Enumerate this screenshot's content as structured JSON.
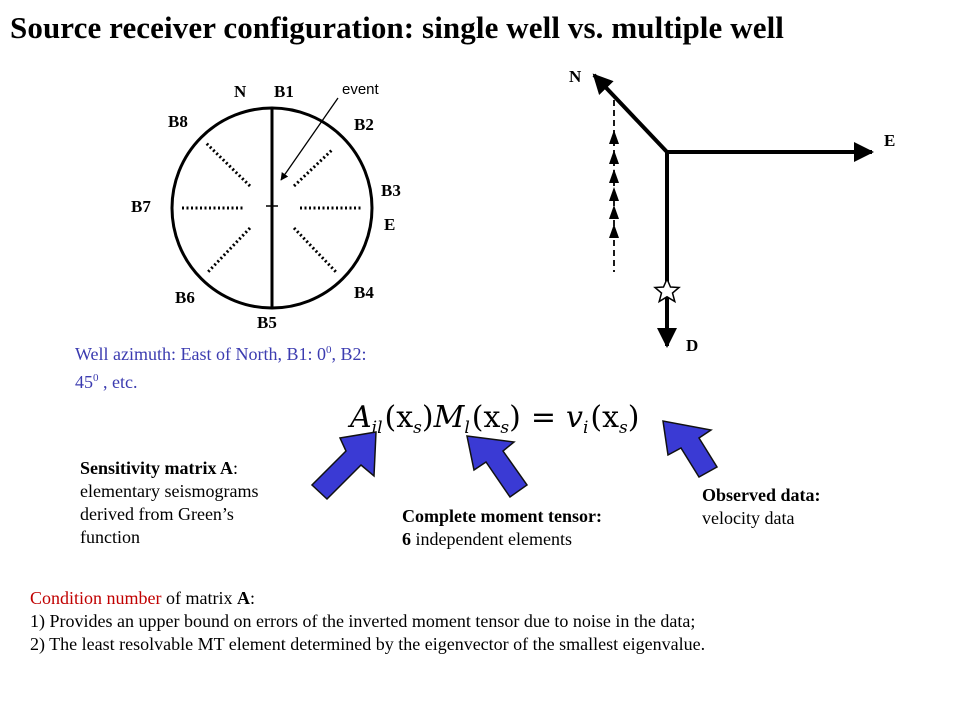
{
  "title": "Source receiver configuration: single well vs. multiple well",
  "well_plan_view": {
    "north_label": "N",
    "event_label": "event",
    "well_labels": [
      "B1",
      "B2",
      "B3",
      "B4",
      "B5",
      "B6",
      "B7",
      "B8"
    ],
    "east_label": "E"
  },
  "well_geometry_view": {
    "north_label": "N",
    "east_label": "E",
    "down_label": "D"
  },
  "azimuth_note": {
    "part1": "Well azimuth: East of North, B1: 0",
    "sup1": "0",
    "part2": ", B2:",
    "part3": "45",
    "sup2": "0",
    "part4": " , etc."
  },
  "equation": {
    "A": "A",
    "A_sub": "il",
    "x1": "(x",
    "x1_sub": "s",
    "close1": ")",
    "M": "M",
    "M_sub": "l",
    "x2": "(x",
    "x2_sub": "s",
    "close2": ")",
    "equals": "=",
    "v": "v",
    "v_sub": "i",
    "x3": "(x",
    "x3_sub": "s",
    "close3": ")"
  },
  "sensitivity": {
    "heading": "Sensitivity matrix A",
    "heading_suffix": ":",
    "line1": "elementary seismograms",
    "line2": "derived from Green’s",
    "line3": "function"
  },
  "moment_tensor": {
    "heading": "Complete moment tensor:",
    "count": "6",
    "rest": " independent elements"
  },
  "observed": {
    "heading": "Observed data:",
    "body": "velocity data"
  },
  "condition": {
    "red_part": "Condition number",
    "mid_part": " of matrix ",
    "bold_part": "A",
    "end_part": ":",
    "item1": "1) Provides an upper bound on errors of the inverted moment tensor due to noise in the data;",
    "item2": "2) The least resolvable MT element determined by the eigenvector of the smallest eigenvalue."
  },
  "colors": {
    "arrow_fill": "#3a3ad4",
    "arrow_stroke": "#111111",
    "note_text": "#3b3bb0",
    "condition_red": "#c00000"
  }
}
